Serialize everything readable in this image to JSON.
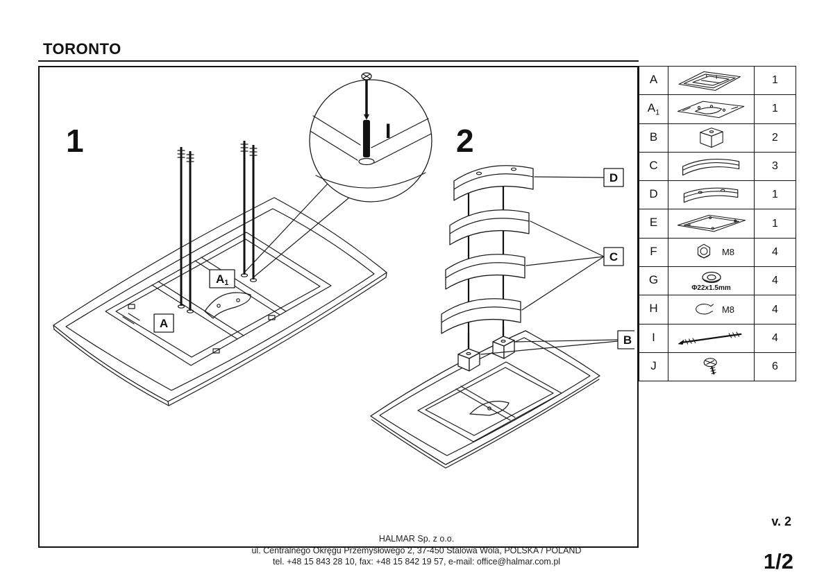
{
  "title": "TORONTO",
  "version_label": "v. 2",
  "page_number": "1/2",
  "footer": {
    "company": "HALMAR Sp. z o.o.",
    "address": "ul. Centralnego Okręgu Przemysłowego 2, 37-450 Stalowa Wola, POLSKA / POLAND",
    "contact": "tel. +48 15 843 28 10, fax: +48 15 842 19 57, e-mail: office@halmar.com.pl"
  },
  "diagram": {
    "step1_number": "1",
    "step2_number": "2",
    "labels": {
      "a": "A",
      "a1_base": "A",
      "a1_sub": "1",
      "tool": "I",
      "d": "D",
      "c": "C",
      "b": "B"
    }
  },
  "parts_table": {
    "rows": [
      {
        "id": "A",
        "sub": "",
        "icon": "tabletop-icon",
        "qty": "1",
        "spec": ""
      },
      {
        "id": "A",
        "sub": "1",
        "icon": "mounting-panel-icon",
        "qty": "1",
        "spec": ""
      },
      {
        "id": "B",
        "sub": "",
        "icon": "base-block-icon",
        "qty": "2",
        "spec": ""
      },
      {
        "id": "C",
        "sub": "",
        "icon": "leg-segment-icon",
        "qty": "3",
        "spec": ""
      },
      {
        "id": "D",
        "sub": "",
        "icon": "top-leg-segment-icon",
        "qty": "1",
        "spec": ""
      },
      {
        "id": "E",
        "sub": "",
        "icon": "mounting-plate-icon",
        "qty": "1",
        "spec": ""
      },
      {
        "id": "F",
        "sub": "",
        "icon": "nut-icon",
        "qty": "4",
        "spec": "M8"
      },
      {
        "id": "G",
        "sub": "",
        "icon": "washer-icon",
        "qty": "4",
        "spec": "Φ22x1.5mm"
      },
      {
        "id": "H",
        "sub": "",
        "icon": "spring-washer-icon",
        "qty": "4",
        "spec": "M8"
      },
      {
        "id": "I",
        "sub": "",
        "icon": "threaded-rod-icon",
        "qty": "4",
        "spec": ""
      },
      {
        "id": "J",
        "sub": "",
        "icon": "screw-icon",
        "qty": "6",
        "spec": ""
      }
    ]
  }
}
